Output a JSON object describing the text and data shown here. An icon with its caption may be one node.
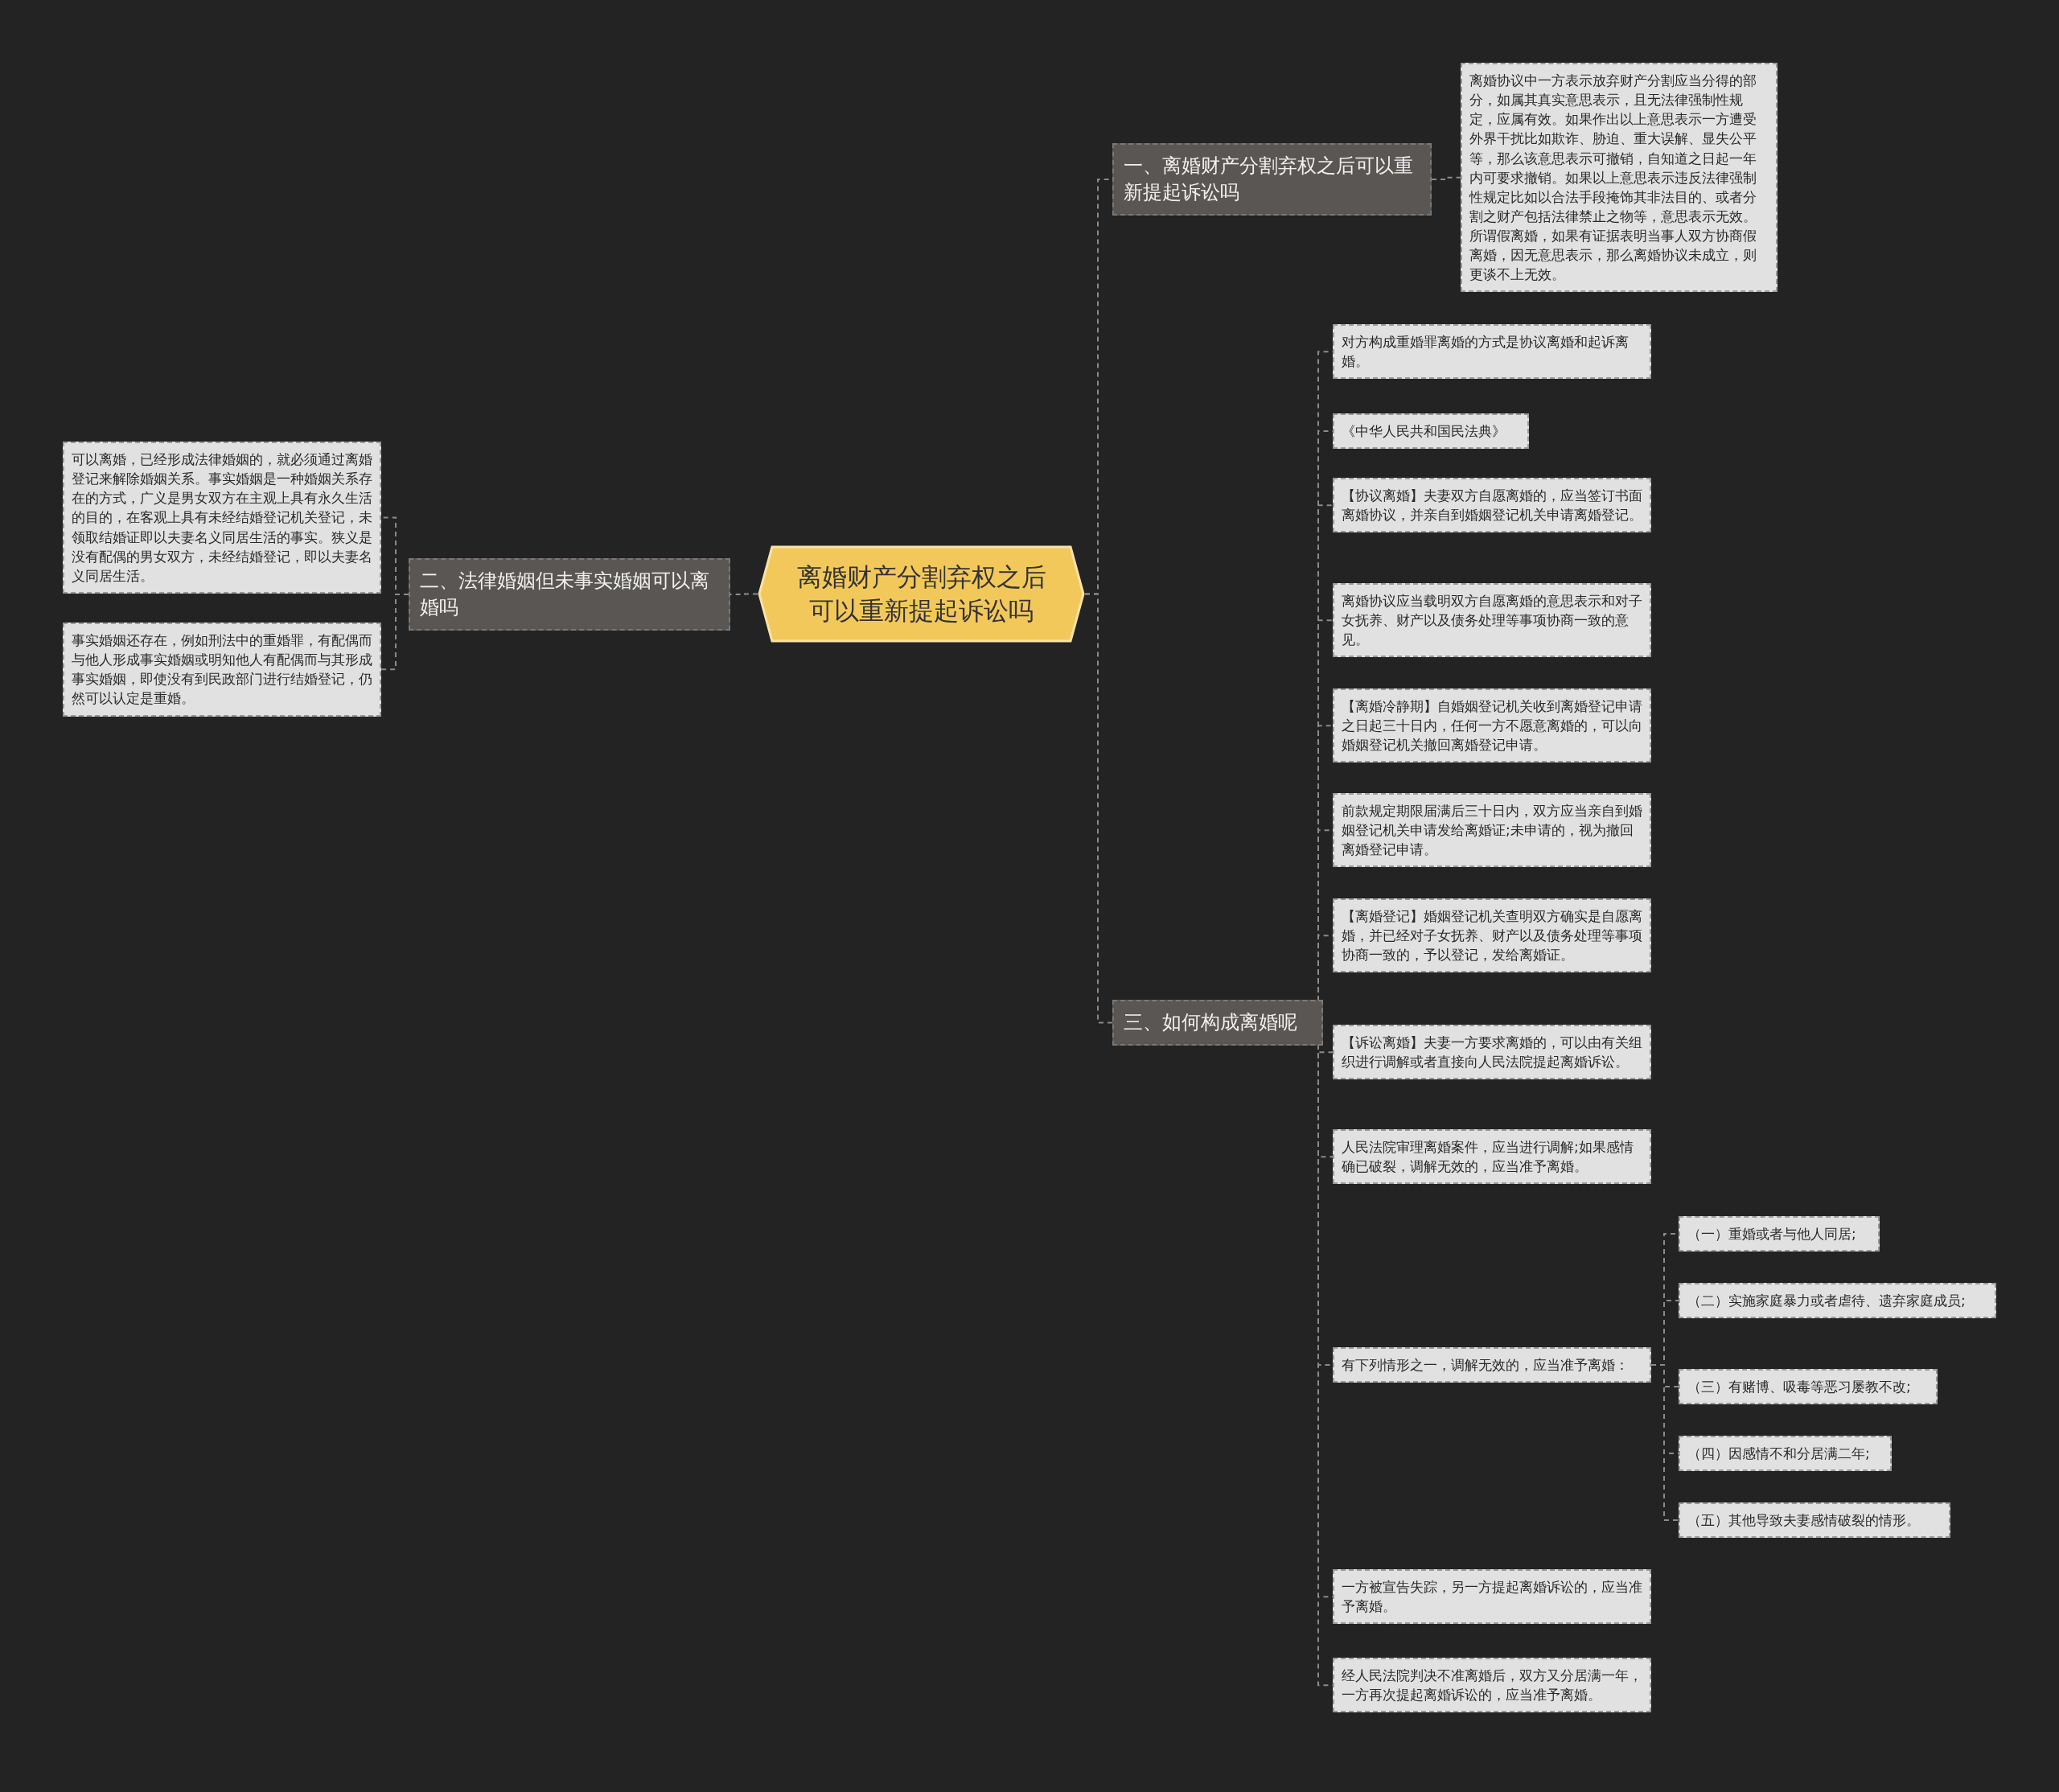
{
  "diagram": {
    "nodes": [
      {
        "text": [
          "离婚财产分割弃权之后可以重新提起诉讼吗"
        ]
      },
      {
        "text": [
          "一、离婚财产分割弃权之后可以重新提起诉讼吗"
        ]
      },
      {
        "text": [
          "离婚协议中一方表示放弃财产分割应当分得的部分，如属其真实意思表示，且无法律强制性规定，应属有效。如果作出以上意思表示一方遭受外界干扰比如欺诈、胁迫、重大误解、显失公平等，那么该意思表示可撤销，自知道之日起一年内可要求撤销。如果以上意思表示违反法律强制性规定比如以合法手段掩饰其非法目的、或者分割之财产包括法律禁止之物等，意思表示无效。所谓假离婚，如果有证据表明当事人双方协商假离婚，因无意思表示，那么离婚协议未成立，则更谈不上无效。"
        ]
      },
      {
        "text": [
          "二、法律婚姻但未事实婚姻可以离婚吗"
        ]
      },
      {
        "text": [
          "可以离婚，已经形成法律婚姻的，就必须通过离婚登记来解除婚姻关系。事实婚姻是一种婚姻关系存在的方式，广义是男女双方在主观上具有永久生活的目的，在客观上具有未经结婚登记机关登记，未领取结婚证即以夫妻名义同居生活的事实。狭义是没有配偶的男女双方，未经结婚登记，即以夫妻名义同居生活。"
        ]
      },
      {
        "text": [
          "事实婚姻还存在，例如刑法中的重婚罪，有配偶而与他人形成事实婚姻或明知他人有配偶而与其形成事实婚姻，即使没有到民政部门进行结婚登记，仍然可以认定是重婚。"
        ]
      },
      {
        "text": [
          "三、如何构成离婚呢"
        ]
      },
      {
        "text": [
          "对方构成重婚罪离婚的方式是协议离婚和起诉离婚。"
        ]
      },
      {
        "text": [
          "《中华人民共和国民法典》"
        ]
      },
      {
        "text": [
          "【协议离婚】夫妻双方自愿离婚的，应当签订书面离婚协议，并亲自到婚姻登记机关申请离婚登记。"
        ]
      },
      {
        "text": [
          "离婚协议应当载明双方自愿离婚的意思表示和对子女抚养、财产以及债务处理等事项协商一致的意见。"
        ]
      },
      {
        "text": [
          "【离婚冷静期】自婚姻登记机关收到离婚登记申请之日起三十日内，任何一方不愿意离婚的，可以向婚姻登记机关撤回离婚登记申请。"
        ]
      },
      {
        "text": [
          "前款规定期限届满后三十日内，双方应当亲自到婚姻登记机关申请发给离婚证;未申请的，视为撤回离婚登记申请。"
        ]
      },
      {
        "text": [
          "【离婚登记】婚姻登记机关查明双方确实是自愿离婚，并已经对子女抚养、财产以及债务处理等事项协商一致的，予以登记，发给离婚证。"
        ]
      },
      {
        "text": [
          "【诉讼离婚】夫妻一方要求离婚的，可以由有关组织进行调解或者直接向人民法院提起离婚诉讼。"
        ]
      },
      {
        "text": [
          "人民法院审理离婚案件，应当进行调解;如果感情确已破裂，调解无效的，应当准予离婚。"
        ]
      },
      {
        "text": [
          "有下列情形之一，调解无效的，应当准予离婚："
        ]
      },
      {
        "text": [
          "（一）重婚或者与他人同居;"
        ]
      },
      {
        "text": [
          "（二）实施家庭暴力或者虐待、遗弃家庭成员;"
        ]
      },
      {
        "text": [
          "（三）有赌博、吸毒等恶习屡教不改;"
        ]
      },
      {
        "text": [
          "（四）因感情不和分居满二年;"
        ]
      },
      {
        "text": [
          "（五）其他导致夫妻感情破裂的情形。"
        ]
      },
      {
        "text": [
          "一方被宣告失踪，另一方提起离婚诉讼的，应当准予离婚。"
        ]
      },
      {
        "text": [
          "经人民法院判决不准离婚后，双方又分居满一年，一方再次提起离婚诉讼的，应当准予离婚。"
        ]
      }
    ],
    "edges": [
      {
        "from": 0,
        "to": 1,
        "arrow": "none"
      },
      {
        "from": 1,
        "to": 2,
        "arrow": "none"
      },
      {
        "from": 0,
        "to": 3,
        "arrow": "none"
      },
      {
        "from": 3,
        "to": 4,
        "arrow": "none"
      },
      {
        "from": 3,
        "to": 5,
        "arrow": "none"
      },
      {
        "from": 0,
        "to": 6,
        "arrow": "none"
      },
      {
        "from": 6,
        "to": 7,
        "arrow": "none"
      },
      {
        "from": 6,
        "to": 8,
        "arrow": "none"
      },
      {
        "from": 6,
        "to": 9,
        "arrow": "none"
      },
      {
        "from": 6,
        "to": 10,
        "arrow": "none"
      },
      {
        "from": 6,
        "to": 11,
        "arrow": "none"
      },
      {
        "from": 6,
        "to": 12,
        "arrow": "none"
      },
      {
        "from": 6,
        "to": 13,
        "arrow": "none"
      },
      {
        "from": 6,
        "to": 14,
        "arrow": "none"
      },
      {
        "from": 6,
        "to": 15,
        "arrow": "none"
      },
      {
        "from": 6,
        "to": 16,
        "arrow": "none"
      },
      {
        "from": 16,
        "to": 17,
        "arrow": "none"
      },
      {
        "from": 16,
        "to": 18,
        "arrow": "none"
      },
      {
        "from": 16,
        "to": 19,
        "arrow": "none"
      },
      {
        "from": 16,
        "to": 20,
        "arrow": "none"
      },
      {
        "from": 16,
        "to": 21,
        "arrow": "none"
      },
      {
        "from": 6,
        "to": 22,
        "arrow": "none"
      },
      {
        "from": 6,
        "to": 23,
        "arrow": "none"
      }
    ]
  }
}
